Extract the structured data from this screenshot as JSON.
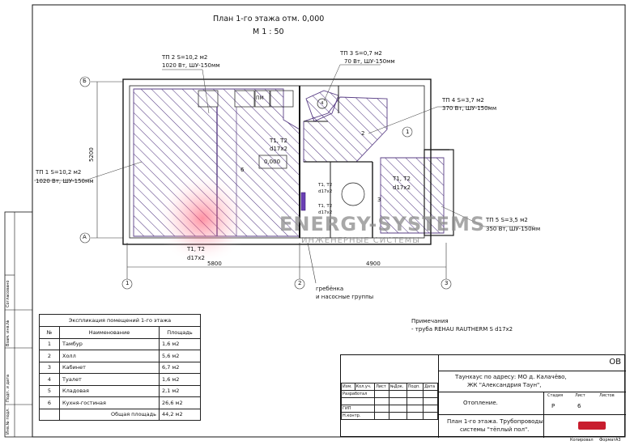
{
  "drawing": {
    "title": "План 1-го этажа отм. 0,000",
    "scale": "М 1 : 50",
    "watermark_main": "ENERGY-SYSTEMS",
    "watermark_sub": "ИНЖЕНЕРНЫЕ СИСТЕМЫ"
  },
  "circuits": {
    "tp1": {
      "l1": "ТП 1  S=10,2 м2",
      "l2": "1020 Вт, ШУ-150мм"
    },
    "tp2": {
      "l1": "ТП 2  S=10,2 м2",
      "l2": "1020 Вт, ШУ-150мм"
    },
    "tp3": {
      "l1": "ТП 3  S=0,7 м2",
      "l2": "70 Вт, ШУ-150мм"
    },
    "tp4": {
      "l1": "ТП 4  S=3,7 м2",
      "l2": "370 Вт, ШУ-150мм"
    },
    "tp5": {
      "l1": "ТП 5  S=3,5 м2",
      "l2": "350 Вт, ШУ-150мм"
    }
  },
  "plan": {
    "axis_b": "Б",
    "axis_a": "А",
    "axis_1": "1",
    "axis_2": "2",
    "axis_3": "3",
    "dim_vertical": "5200",
    "dim_left": "5800",
    "dim_right": "4900",
    "pm": "ПМ",
    "room_6": "6",
    "room_1": "1",
    "room_2": "2",
    "room_3": "3",
    "room_4": "4",
    "level": "0,000",
    "t_main_1": "Т1, Т2",
    "t_main_2": "d17x2",
    "t_right_1": "Т1, Т2",
    "t_right_2": "d17x2",
    "t_bottom_1": "Т1, Т2",
    "t_bottom_2": "d17x2",
    "t_mid1_1": "Т1, Т2",
    "t_mid1_2": "d17x2",
    "t_mid2_1": "Т1, Т2",
    "t_mid2_2": "d17x2",
    "manifold_1": "гребёнка",
    "manifold_2": "и насосные группы"
  },
  "note": {
    "title": "Примечания",
    "text": "- труба REHAU  RAUTHERM S d17x2"
  },
  "explication": {
    "caption": "Экспликация помещений 1-го этажа",
    "headers": [
      "№",
      "Наименование",
      "Площадь"
    ],
    "rows": [
      [
        "1",
        "Тамбур",
        "1,6 м2"
      ],
      [
        "2",
        "Холл",
        "5,6 м2"
      ],
      [
        "3",
        "Кабинет",
        "6,7 м2"
      ],
      [
        "4",
        "Туалет",
        "1,6 м2"
      ],
      [
        "5",
        "Кладовая",
        "2,1 м2"
      ],
      [
        "6",
        "Кухня-гостиная",
        "26,6 м2"
      ]
    ],
    "total_label": "Общая площадь",
    "total_value": "44,2 м2"
  },
  "side_stamp": [
    "Согласовано",
    "Взам. инв.№",
    "Подп. и дата",
    "Инв.№ подл."
  ],
  "title_block": {
    "code": "ОВ",
    "object": "Таунхаус по адресу: МО д. Калачёво,",
    "object2": "ЖК \"Александрия Таун\",",
    "section": "Отопление.",
    "sheet_title": "План 1-го этажа. Трубопроводы",
    "sheet_title2": "системы \"тёплый пол\".",
    "cols": [
      "Изм.",
      "Кол.уч.",
      "Лист",
      "№Док.",
      "Подп.",
      "Дата"
    ],
    "roles": [
      "Разработал",
      "ГИП",
      "Н.контр."
    ],
    "stage_label": "Стадия",
    "sheet_label": "Лист",
    "sheets_label": "Листов",
    "stage": "Р",
    "sheet": "6",
    "format_label": "Формат",
    "format": "А3",
    "copied": "Копировал"
  },
  "colors": {
    "hatch": "#5a3f86",
    "line": "#1a1a1a",
    "watermark": "#b0b0b0",
    "glow": "#ff4d6a"
  }
}
